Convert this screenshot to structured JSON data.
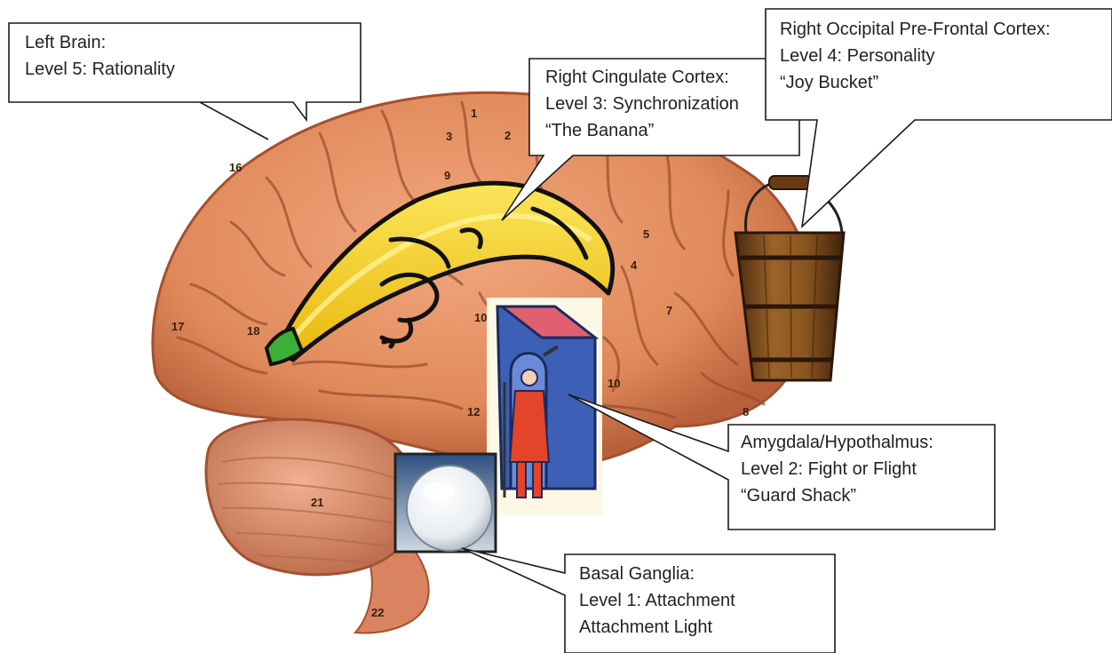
{
  "callouts": {
    "left_brain": {
      "title": "Left Brain:",
      "level": "Level 5: Rationality",
      "symbol": ""
    },
    "cingulate": {
      "title": "Right Cingulate Cortex:",
      "level": "Level 3: Synchronization",
      "symbol": "“The Banana”"
    },
    "occipital": {
      "title": "Right Occipital Pre-Frontal Cortex:",
      "level": "Level 4: Personality",
      "symbol": "“Joy Bucket”"
    },
    "amygdala": {
      "title": "Amygdala/Hypothalmus:",
      "level": "Level 2: Fight or Flight",
      "symbol": "“Guard Shack”"
    },
    "basal": {
      "title": "Basal Ganglia:",
      "level": "Level 1: Attachment",
      "symbol": "Attachment Light"
    }
  },
  "brain_region_numbers": [
    "1",
    "2",
    "3",
    "4",
    "5",
    "7",
    "8",
    "9",
    "10",
    "10",
    "12",
    "16",
    "17",
    "18",
    "21",
    "22"
  ],
  "colors": {
    "brain": "#e8946a",
    "brain_dark": "#c0623c",
    "banana": "#f7d417",
    "bucket": "#7a4a1c",
    "guard_coat": "#e2452a",
    "shack": "#3a5bb0"
  },
  "icons": [
    "brain-image",
    "banana-icon",
    "bucket-icon",
    "guard-shack-icon",
    "attachment-light-icon"
  ]
}
